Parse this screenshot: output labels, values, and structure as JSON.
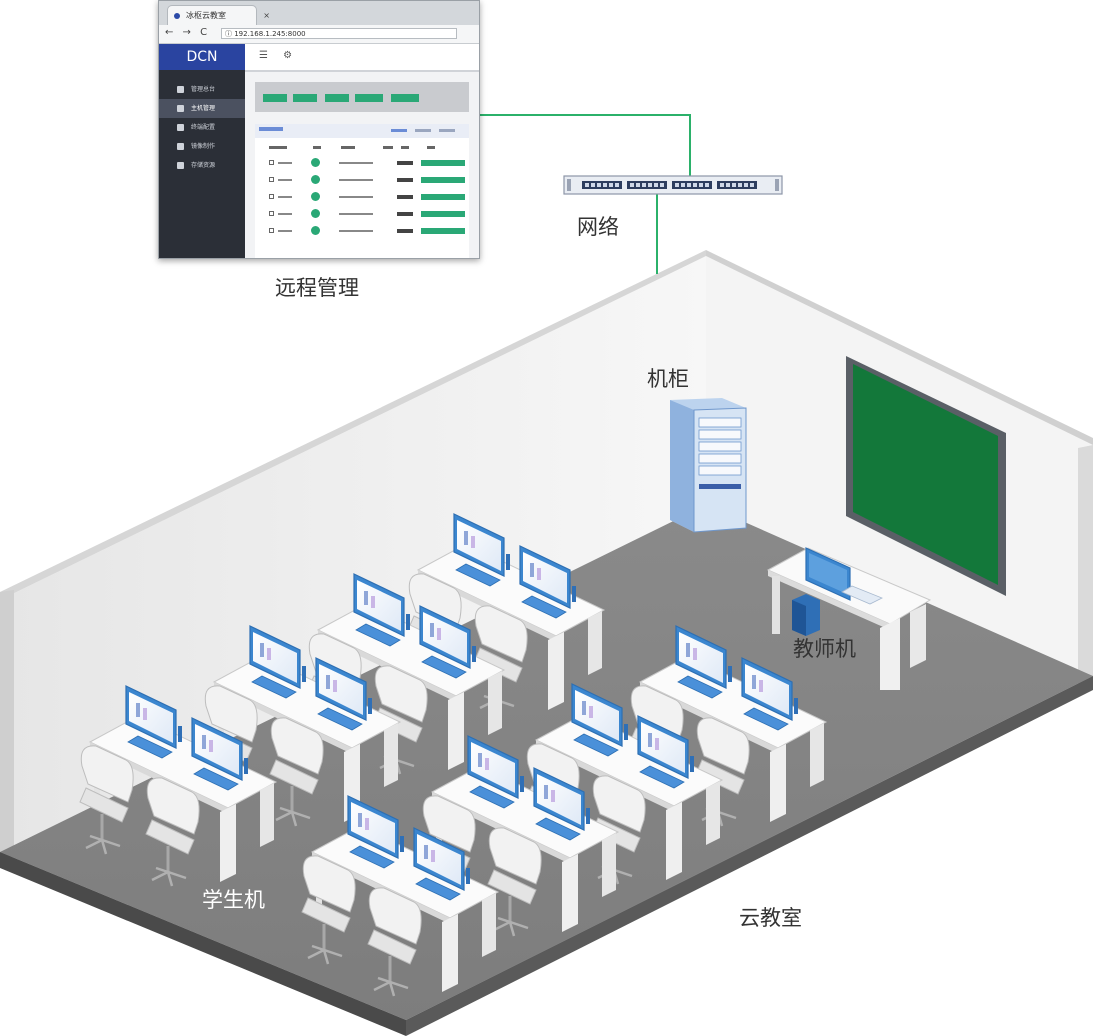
{
  "browser": {
    "tab_title": "冰枢云教室",
    "tab_close": "×",
    "nav_buttons": "← → C",
    "url": "ⓘ 192.168.1.245:8000",
    "logo": "DCN",
    "top_icons": "☰ ⚙",
    "sidebar": [
      {
        "label": "管理总台",
        "active": false
      },
      {
        "label": "主机管理",
        "active": true
      },
      {
        "label": "终端配置",
        "active": false
      },
      {
        "label": "镜像制作",
        "active": false
      },
      {
        "label": "存储资源",
        "active": false
      }
    ],
    "table_rows": 5
  },
  "labels": {
    "remote": "远程管理",
    "network": "网络",
    "cabinet": "机柜",
    "teacher": "教师机",
    "student": "学生机",
    "classroom": "云教室"
  },
  "colors": {
    "floor": "#858585",
    "wall": "#f2f2f2",
    "blackboard": "#13783a",
    "network_line": "#2bb16a",
    "monitor_screen": "#3b86cf",
    "tower": "#2f6fb6"
  }
}
